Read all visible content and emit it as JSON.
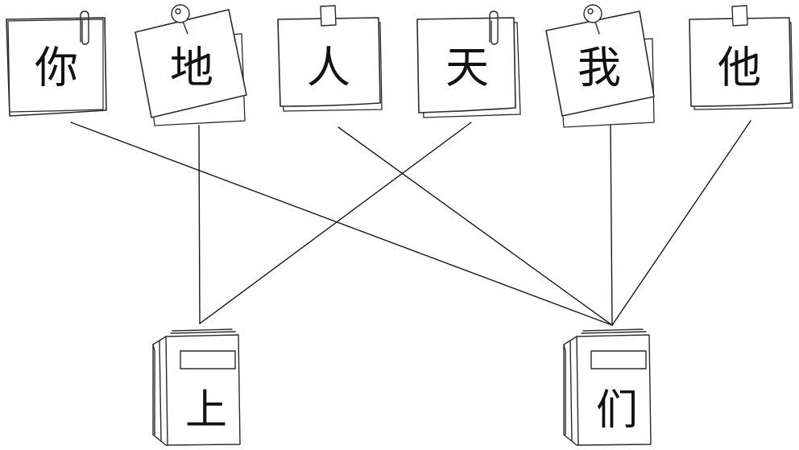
{
  "notes": [
    {
      "id": "ni",
      "char": "你",
      "fastener": "paperclip-icon"
    },
    {
      "id": "di",
      "char": "地",
      "fastener": "pushpin-icon"
    },
    {
      "id": "ren",
      "char": "人",
      "fastener": "tape-icon"
    },
    {
      "id": "tian",
      "char": "天",
      "fastener": "paperclip-icon"
    },
    {
      "id": "wo",
      "char": "我",
      "fastener": "pushpin-icon"
    },
    {
      "id": "ta",
      "char": "他",
      "fastener": "tape-icon"
    }
  ],
  "books": [
    {
      "id": "shang",
      "char": "上",
      "icon": "book-icon"
    },
    {
      "id": "men",
      "char": "们",
      "icon": "book-icon"
    }
  ],
  "connections": [
    {
      "from": "ni",
      "to": "men"
    },
    {
      "from": "di",
      "to": "shang"
    },
    {
      "from": "ren",
      "to": "men"
    },
    {
      "from": "tian",
      "to": "shang"
    },
    {
      "from": "wo",
      "to": "men"
    },
    {
      "from": "ta",
      "to": "men"
    }
  ]
}
